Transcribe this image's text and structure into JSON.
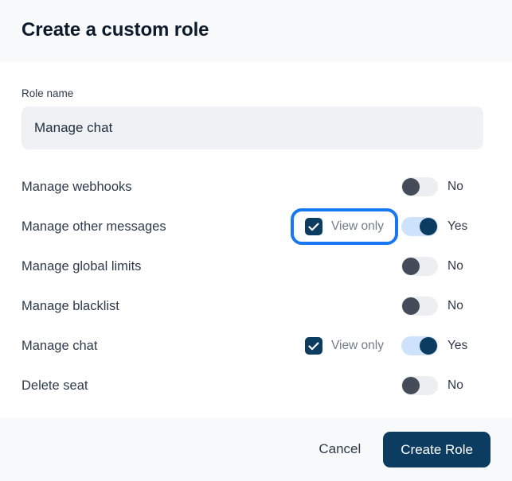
{
  "dialog": {
    "title": "Create a custom role"
  },
  "form": {
    "role_name": {
      "label": "Role name",
      "value": "Manage chat",
      "placeholder": "Role name"
    }
  },
  "permissions": {
    "view_only_label": "View only",
    "rows": [
      {
        "label": "Manage webhooks",
        "has_view_only": false,
        "view_only_checked": false,
        "view_only_focused": false,
        "toggle_on": false,
        "toggle_state": "No"
      },
      {
        "label": "Manage other messages",
        "has_view_only": true,
        "view_only_checked": true,
        "view_only_focused": true,
        "toggle_on": true,
        "toggle_state": "Yes"
      },
      {
        "label": "Manage global limits",
        "has_view_only": false,
        "view_only_checked": false,
        "view_only_focused": false,
        "toggle_on": false,
        "toggle_state": "No"
      },
      {
        "label": "Manage blacklist",
        "has_view_only": false,
        "view_only_checked": false,
        "view_only_focused": false,
        "toggle_on": false,
        "toggle_state": "No"
      },
      {
        "label": "Manage chat",
        "has_view_only": true,
        "view_only_checked": true,
        "view_only_focused": false,
        "toggle_on": true,
        "toggle_state": "Yes"
      },
      {
        "label": "Delete seat",
        "has_view_only": false,
        "view_only_checked": false,
        "view_only_focused": false,
        "toggle_on": false,
        "toggle_state": "No"
      }
    ]
  },
  "footer": {
    "cancel_label": "Cancel",
    "submit_label": "Create Role"
  },
  "colors": {
    "header_bg": "#f7f9fb",
    "accent_navy": "#0d3c61",
    "focus_blue": "#1877f2",
    "toggle_on_track": "#cfe2fb",
    "toggle_off_knob": "#454c59",
    "input_bg": "#eff1f4",
    "text_primary": "#2e3a4a",
    "title": "#0d1a2b"
  }
}
